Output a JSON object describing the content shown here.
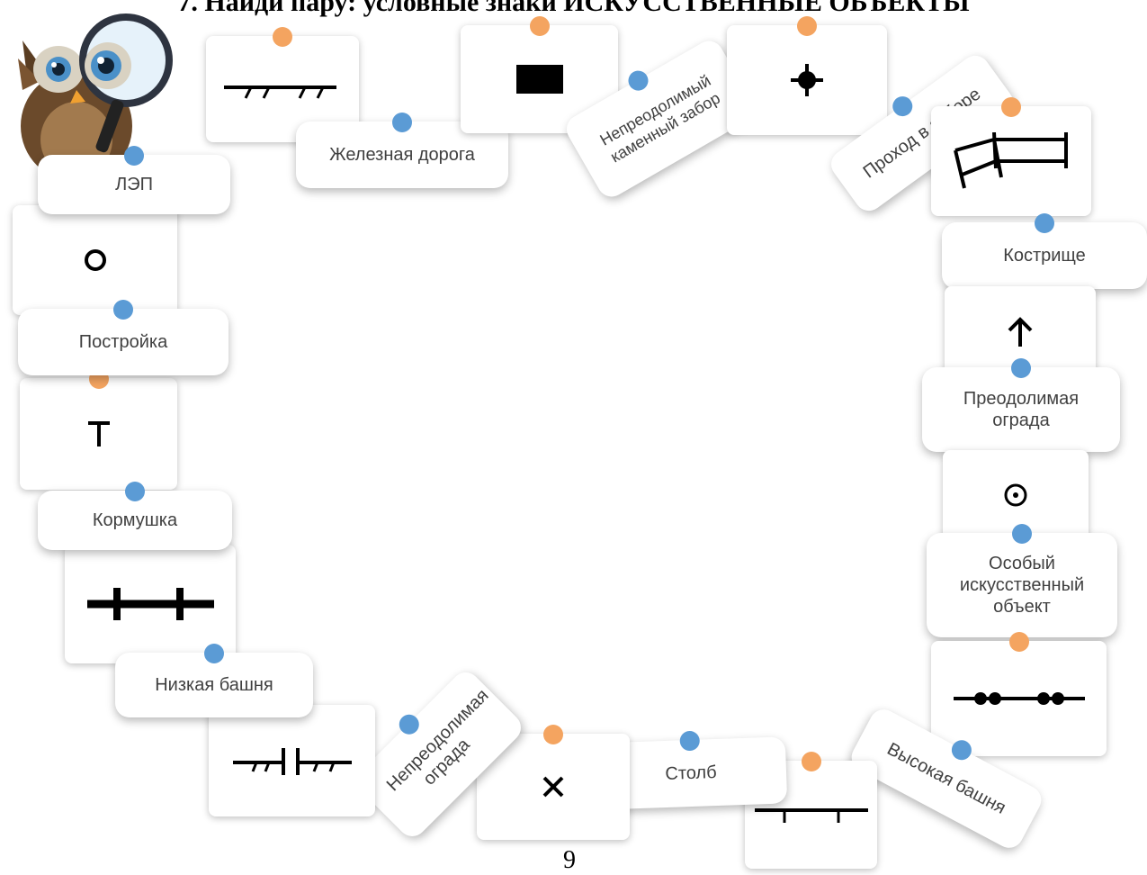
{
  "heading": "7. Найди пару: условные знаки ИСКУССТВЕННЫЕ ОБЪЕКТЫ",
  "page_number": "9",
  "colors": {
    "connector_blue": "#5b9bd5",
    "connector_orange": "#f4a460",
    "card_text": "#404040"
  },
  "labels": {
    "lep": "ЛЭП",
    "railway": "Железная дорога",
    "stone_fence": "Непреодолимый каменный забор",
    "fence_passage": "Проход в заборе",
    "campfire": "Кострище",
    "passable_fence": "Преодолимая ограда",
    "special_object": "Особый искусственный объект",
    "tall_tower": "Высокая башня",
    "pole": "Столб",
    "impassable_fence": "Непреодолимая ограда",
    "low_tower": "Низкая башня",
    "feeder": "Кормушка",
    "building": "Постройка"
  },
  "symbols": [
    "railway-ticks-icon",
    "filled-rectangle-icon",
    "crosshair-dot-icon",
    "fence-passage-icon",
    "arrow-up-icon",
    "circle-dot-icon",
    "dotted-line-icon",
    "tick-line-icon",
    "cross-icon",
    "split-ticks-icon",
    "crossed-line-icon",
    "t-shape-icon",
    "circle-icon"
  ]
}
